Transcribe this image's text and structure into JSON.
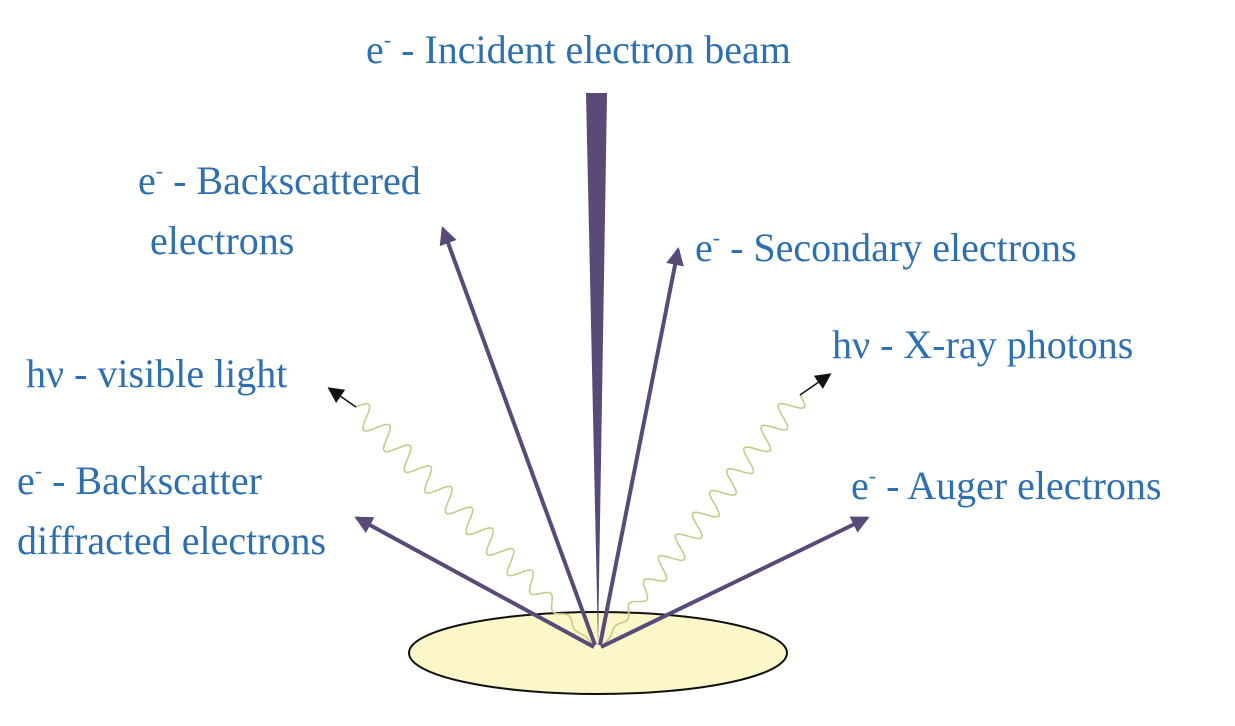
{
  "colors": {
    "text": "#2e6fb0",
    "arrow": "#5a4a78",
    "wave": "#c9c98a",
    "sample_fill": "#fbf7c8"
  },
  "labels": {
    "incident": {
      "sym": "e",
      "sup": "-",
      "text": " - Incident electron beam"
    },
    "backscattered": {
      "sym": "e",
      "sup": "-",
      "line1": " - Backscattered",
      "line2": "electrons"
    },
    "secondary": {
      "sym": "e",
      "sup": "-",
      "text": " - Secondary electrons"
    },
    "xray": {
      "text": "hν - X-ray photons"
    },
    "visible": {
      "text": "hν - visible light"
    },
    "backscatter_diffracted": {
      "sym": "e",
      "sup": "-",
      "line1": " - Backscatter",
      "line2": "diffracted electrons"
    },
    "auger": {
      "sym": "e",
      "sup": "-",
      "text": " - Auger electrons"
    }
  }
}
